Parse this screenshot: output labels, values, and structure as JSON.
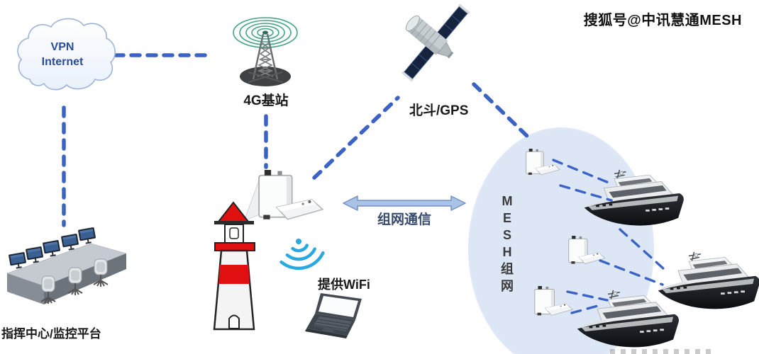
{
  "watermark": {
    "text": "搜狐号@中讯慧通MESH"
  },
  "cloud": {
    "line1": "VPN",
    "line2": "Internet"
  },
  "labels": {
    "base_station": "4G基站",
    "satellite": "北斗/GPS",
    "command_center": "指挥中心/监控平台",
    "wifi": "提供WiFi",
    "mesh_link": "组网通信"
  },
  "mesh_group": {
    "name": "MESH组网",
    "letters": [
      "M",
      "E",
      "S",
      "H",
      "组",
      "网"
    ]
  },
  "colors": {
    "dash_blue": "#3b63c5",
    "arrow_fill": "#a9c3e6",
    "arrow_border": "#7590bf",
    "ellipse_fill": "#dce6f5",
    "wifi_cyan": "#2aa9e0",
    "lighthouse_red": "#e01010",
    "wave_green": "#43a487",
    "cloud_text_blue": "#2a4d9b"
  }
}
